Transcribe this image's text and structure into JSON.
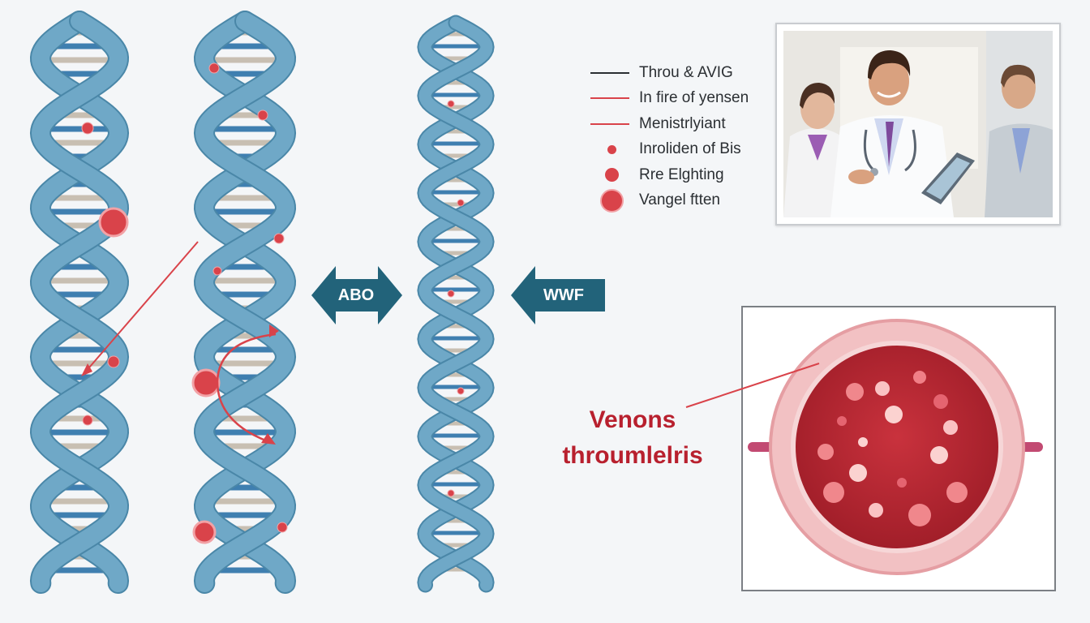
{
  "legend": [
    {
      "marker": "line",
      "label": "Throu & AVIG"
    },
    {
      "marker": "line",
      "label": "In fire of yensen"
    },
    {
      "marker": "line",
      "label": "Menistrlyiant"
    },
    {
      "marker": "dot",
      "label": "Inroliden of Bis"
    },
    {
      "marker": "dot",
      "label": "Rre Elghting"
    },
    {
      "marker": "dot",
      "label": "Vangel ftten"
    }
  ],
  "arrows": {
    "left_label": "ABO",
    "right_label": "WWF"
  },
  "callout": {
    "line1": "Venons",
    "line2": "throumlelris"
  },
  "icons": {
    "helix": "dna-helix-icon",
    "arrow": "arrow-icon",
    "photo": "doctors-photo",
    "cell": "blood-vessel-cross-section"
  },
  "colors": {
    "helix": "#6fa8c7",
    "helix_edge": "#4a87a8",
    "rung_blue": "#3f7fb0",
    "rung_beige": "#c8bfb2",
    "marker_red": "#d9434a",
    "arrow_teal": "#22637a",
    "legend_black": "#2b2f33",
    "legend_red": "#d9434a",
    "callout_red": "#b8202e",
    "vessel_outer": "#f0b7b9",
    "vessel_inner": "#b3242f"
  }
}
